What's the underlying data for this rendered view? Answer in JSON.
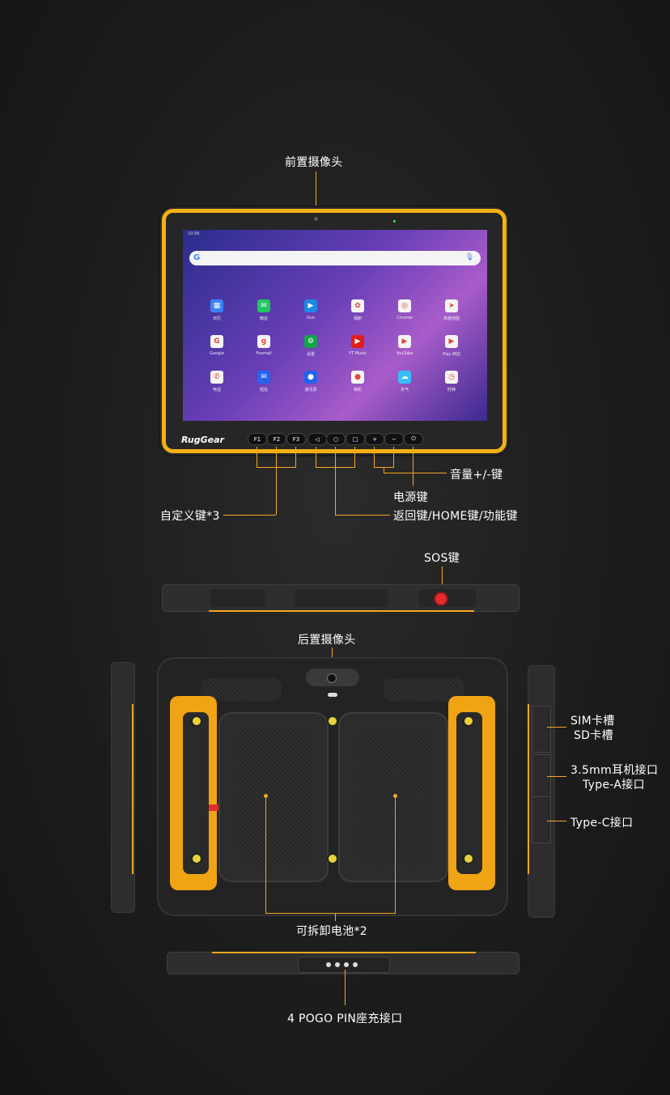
{
  "labels": {
    "front_camera": "前置摄像头",
    "volume_keys": "音量+/-键",
    "power_key": "电源键",
    "custom_keys": "自定义键*3",
    "nav_keys": "返回键/HOME键/功能键",
    "sos_key": "SOS键",
    "rear_camera": "后置摄像头",
    "sim_slot": "SIM卡槽",
    "sd_slot": "SD卡槽",
    "audio_jack": "3.5mm耳机接口",
    "type_a": "Type-A接口",
    "type_c": "Type-C接口",
    "battery": "可拆卸电池*2",
    "pogo": "4 POGO PIN座充接口"
  },
  "device": {
    "brand": "RugGear",
    "status_time": "10:56",
    "keys": [
      "F1",
      "F2",
      "F3",
      "◁",
      "○",
      "□",
      "+",
      "−",
      "⏻"
    ]
  },
  "apps": [
    {
      "name": "日历",
      "color": "#3b82f6",
      "glyph": "▦"
    },
    {
      "name": "微信",
      "color": "#22c55e",
      "glyph": "✉"
    },
    {
      "name": "Duo",
      "color": "#1e88e5",
      "glyph": "▶"
    },
    {
      "name": "相册",
      "color": "#f4f4f4",
      "glyph": "✿"
    },
    {
      "name": "Chrome",
      "color": "#f4f4f4",
      "glyph": "◎"
    },
    {
      "name": "高德地图",
      "color": "#f4f4f4",
      "glyph": "➤"
    },
    {
      "name": "Google",
      "color": "#f4f4f4",
      "glyph": "G"
    },
    {
      "name": "Foxmail",
      "color": "#f4f4f4",
      "glyph": "ɡ"
    },
    {
      "name": "设置",
      "color": "#16a34a",
      "glyph": "⚙"
    },
    {
      "name": "YT Music",
      "color": "#e11d1d",
      "glyph": "▶"
    },
    {
      "name": "YouTube",
      "color": "#f4f4f4",
      "glyph": "▶"
    },
    {
      "name": "Play 商店",
      "color": "#f4f4f4",
      "glyph": "▶"
    },
    {
      "name": "电话",
      "color": "#f4f4f4",
      "glyph": "✆"
    },
    {
      "name": "短信",
      "color": "#2563eb",
      "glyph": "✉"
    },
    {
      "name": "通讯录",
      "color": "#2563eb",
      "glyph": "●"
    },
    {
      "name": "相机",
      "color": "#f4f4f4",
      "glyph": "●"
    },
    {
      "name": "天气",
      "color": "#38bdf8",
      "glyph": "☁"
    },
    {
      "name": "时钟",
      "color": "#f4f4f4",
      "glyph": "◷"
    }
  ]
}
